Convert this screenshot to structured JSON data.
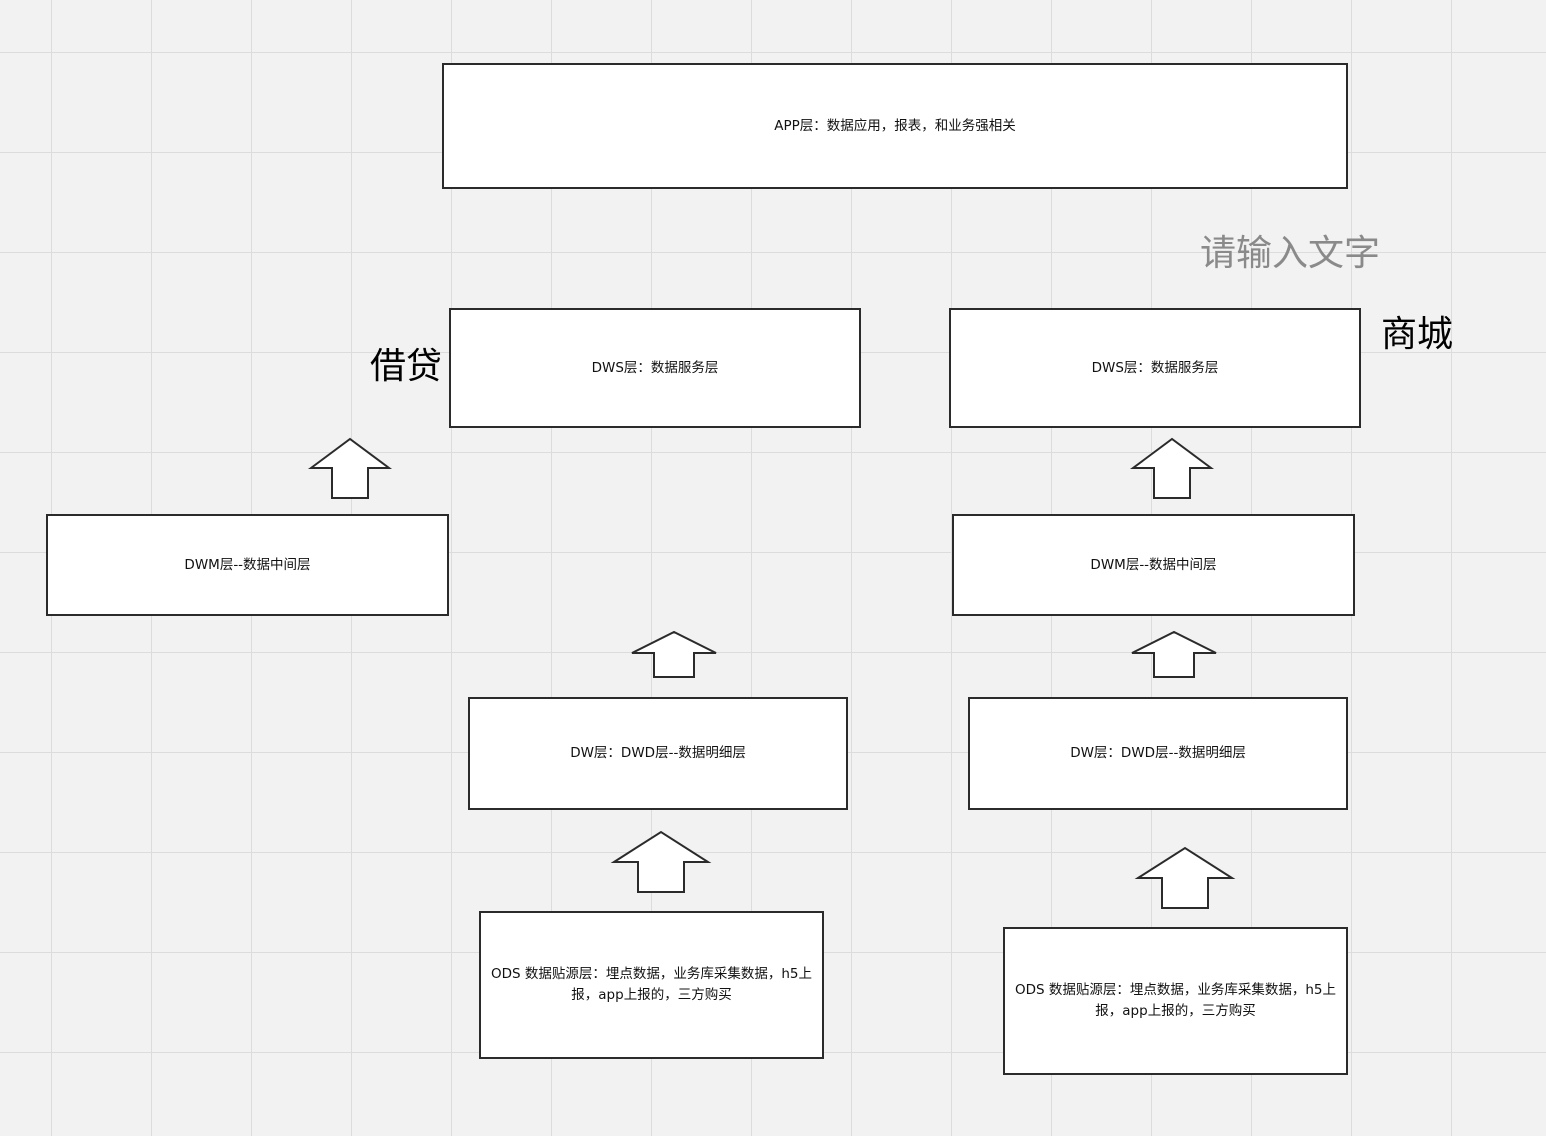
{
  "app_layer": "APP层：数据应用，报表，和业务强相关",
  "placeholder_text": "请输入文字",
  "branches": {
    "loan": {
      "label": "借贷",
      "dws": "DWS层：数据服务层",
      "dwm": "DWM层--数据中间层",
      "dwd": "DW层：DWD层--数据明细层",
      "ods": "ODS 数据贴源层：埋点数据，业务库采集数据，h5上报，app上报的，三方购买"
    },
    "mall": {
      "label": "商城",
      "dws": "DWS层：数据服务层",
      "dwm": "DWM层--数据中间层",
      "dwd": "DW层：DWD层--数据明细层",
      "ods": "ODS 数据贴源层：埋点数据，业务库采集数据，h5上报，app上报的，三方购买"
    }
  },
  "colors": {
    "canvas": "#f2f2f2",
    "grid": "#dcdcdc",
    "box_fill": "#ffffff",
    "stroke": "#2b2b2b",
    "placeholder": "#8a8a8a"
  }
}
